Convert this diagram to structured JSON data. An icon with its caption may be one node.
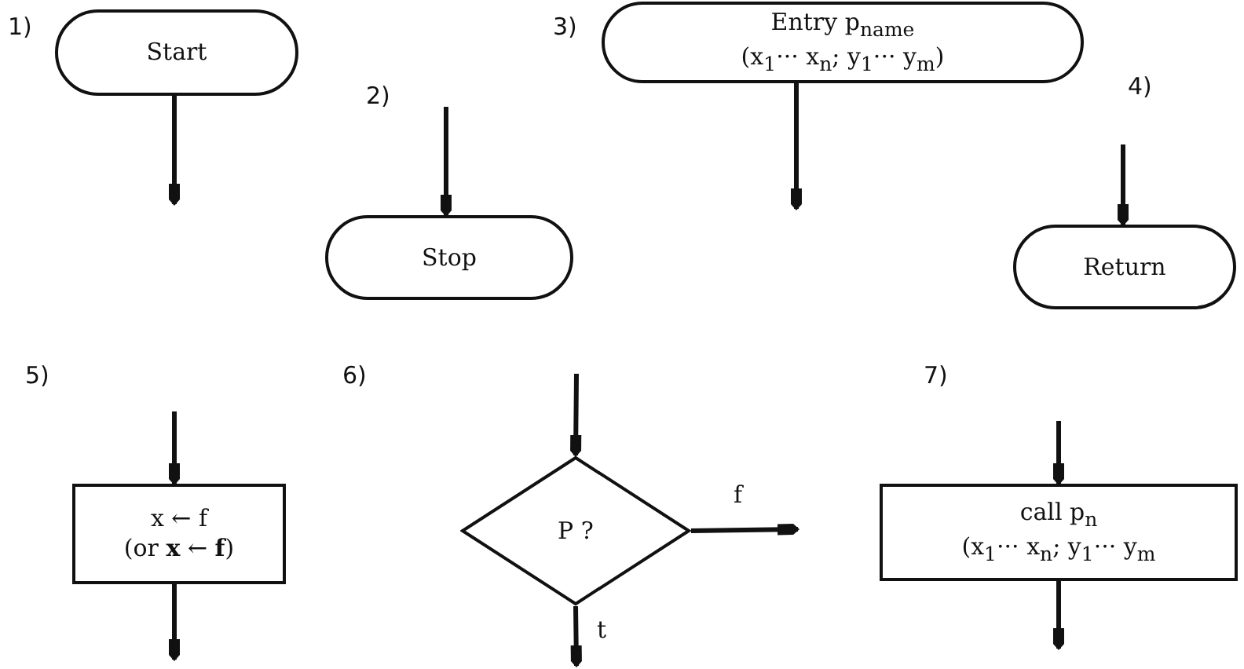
{
  "diagram": {
    "nodes": [
      {
        "text": [
          "Start"
        ]
      },
      {
        "text": [
          "Stop"
        ]
      },
      {
        "text": [
          "Entry p$_{name}$",
          "(x$_{1}$··· x$_{n}$; y$_{1}$··· y$_{m}$)"
        ]
      },
      {
        "text": [
          "Return"
        ]
      },
      {
        "text": [
          "x ← f",
          "(or **x** ← **f**)"
        ]
      },
      {
        "text": [
          "P ?"
        ]
      },
      {
        "text": [
          "call p$_{n}$",
          "(x$_{1}$··· x$_{n}$; y$_{1}$··· y$_{m}$"
        ]
      }
    ],
    "edges": [
      {
        "from": 0,
        "to": null,
        "arrow": "to"
      },
      {
        "from": null,
        "to": 1,
        "arrow": "to"
      },
      {
        "from": 2,
        "to": null,
        "arrow": "to"
      },
      {
        "from": null,
        "to": 3,
        "arrow": "to"
      },
      {
        "from": null,
        "to": 4,
        "arrow": "to"
      },
      {
        "from": 4,
        "to": null,
        "arrow": "to"
      },
      {
        "from": null,
        "to": 5,
        "arrow": "to"
      },
      {
        "from": 5,
        "to": null,
        "arrow": "to",
        "label": "f"
      },
      {
        "from": 5,
        "to": null,
        "arrow": "to",
        "label": "t"
      },
      {
        "from": null,
        "to": 6,
        "arrow": "to"
      },
      {
        "from": 6,
        "to": null,
        "arrow": "to"
      }
    ],
    "labels": [
      "1)",
      "3)",
      "2)",
      "4)",
      "5)",
      "6)",
      "7)"
    ]
  }
}
